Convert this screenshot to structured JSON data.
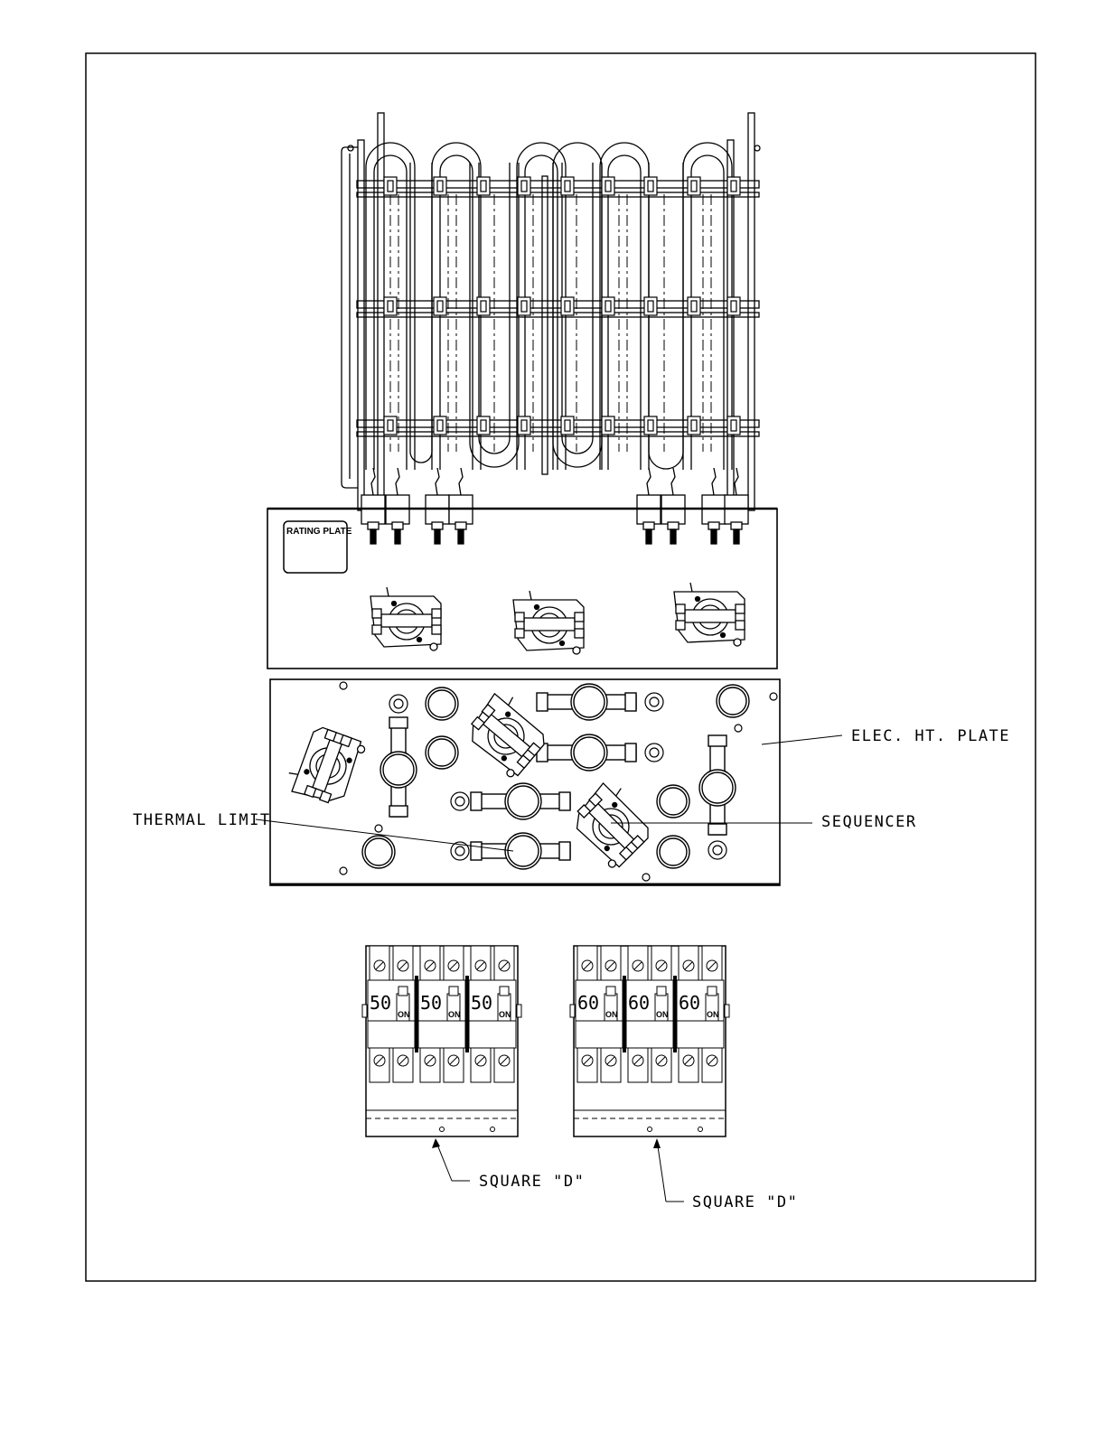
{
  "labels": {
    "rating_plate": "RATING PLATE",
    "elec_ht_plate": "ELEC. HT. PLATE",
    "thermal_limit": "THERMAL LIMIT",
    "sequencer": "SEQUENCER",
    "square_d_left": "SQUARE \"D\"",
    "square_d_right": "SQUARE \"D\""
  },
  "breakers": {
    "left": {
      "ratings": [
        "50",
        "50",
        "50"
      ],
      "on_label": "ON"
    },
    "right": {
      "ratings": [
        "60",
        "60",
        "60"
      ],
      "on_label": "ON"
    }
  }
}
